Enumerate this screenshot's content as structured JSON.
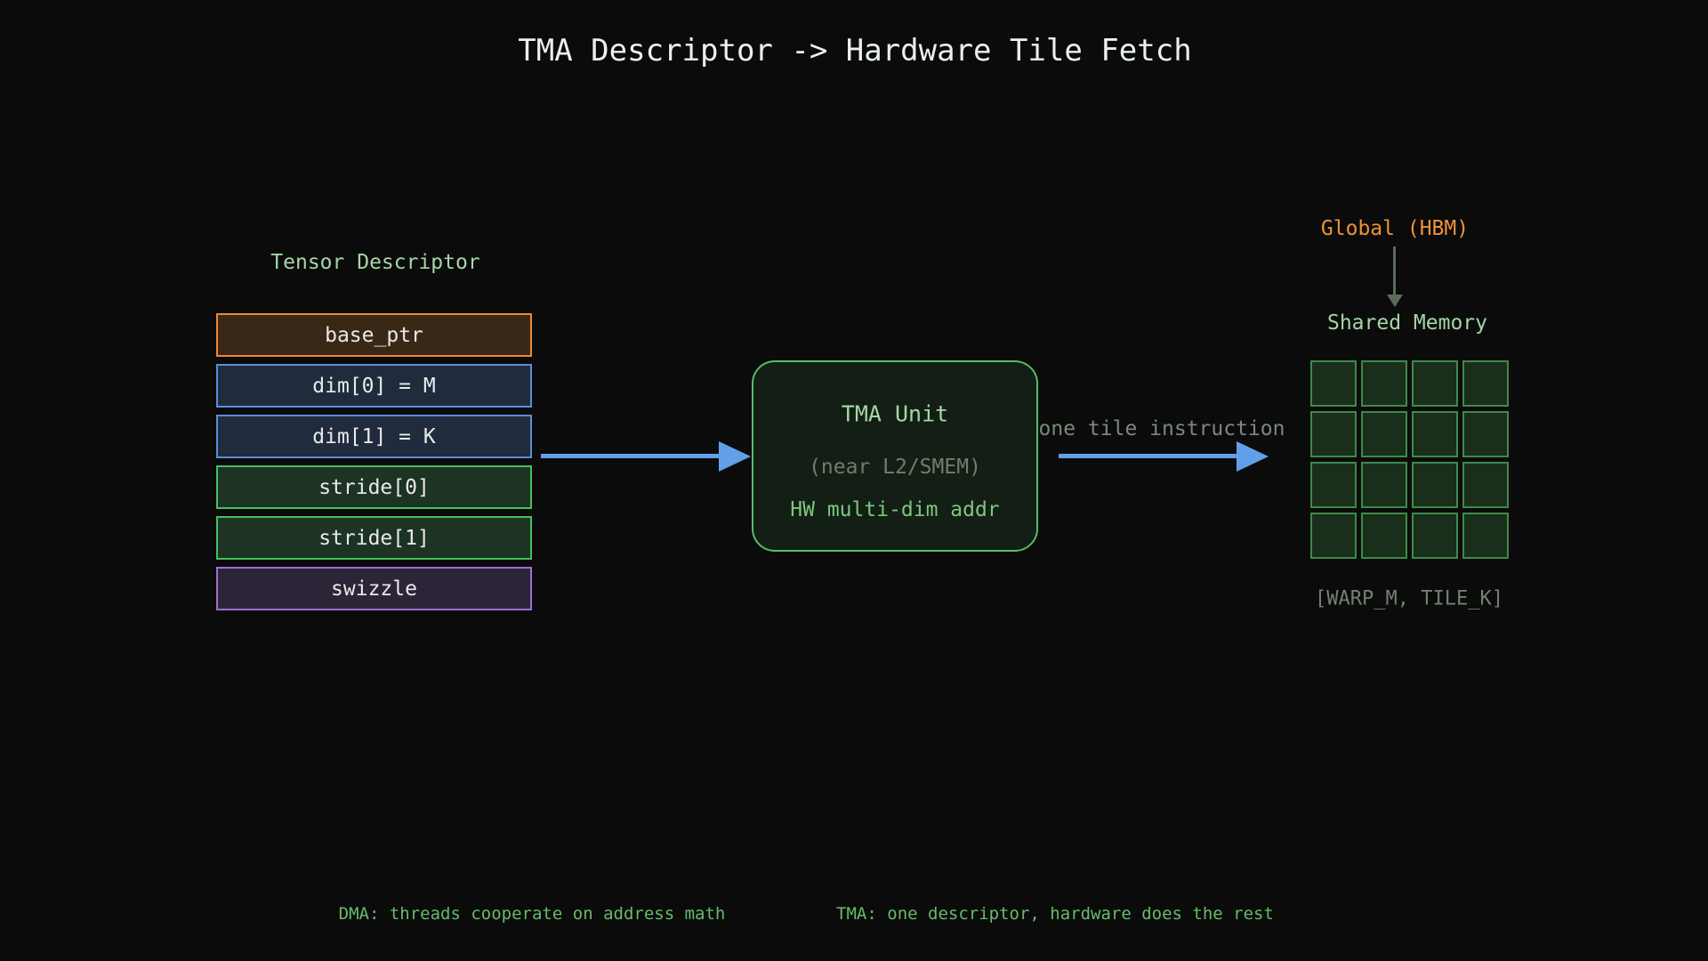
{
  "title": "TMA Descriptor -> Hardware Tile Fetch",
  "descriptor": {
    "label": "Tensor Descriptor",
    "fields": [
      {
        "label": "base_ptr",
        "fill": "#3a2817",
        "border": "#ed8936"
      },
      {
        "label": "dim[0] = M",
        "fill": "#202c3d",
        "border": "#5a8fd6"
      },
      {
        "label": "dim[1] = K",
        "fill": "#202c3d",
        "border": "#5a8fd6"
      },
      {
        "label": "stride[0]",
        "fill": "#1d3324",
        "border": "#45c05e"
      },
      {
        "label": "stride[1]",
        "fill": "#1d3324",
        "border": "#45c05e"
      },
      {
        "label": "swizzle",
        "fill": "#2e2438",
        "border": "#9d6fd0"
      }
    ]
  },
  "tma_unit": {
    "title": "TMA Unit",
    "subtitle": "(near L2/SMEM)",
    "note": "HW multi-dim addr"
  },
  "flow": {
    "one_tile_label": "one tile instruction"
  },
  "memory": {
    "global_label": "Global (HBM)",
    "shared_label": "Shared Memory",
    "tile_grid": {
      "rows": 4,
      "cols": 4
    },
    "tile_caption": "[WARP_M, TILE_K]"
  },
  "footer": {
    "dma_note": "DMA: threads cooperate on address math",
    "tma_note": "TMA: one descriptor, hardware does the rest"
  },
  "colors": {
    "background": "#0b0b0b",
    "title_text": "#e9f1e9",
    "label_green": "#a5d6a7",
    "muted_green": "#71826f",
    "bright_green": "#66bb6a",
    "arrow_blue": "#61a0e8",
    "hbm_orange": "#ef9136",
    "tma_box_border": "#58bb68",
    "tile_cell_border": "#3e8a48"
  }
}
